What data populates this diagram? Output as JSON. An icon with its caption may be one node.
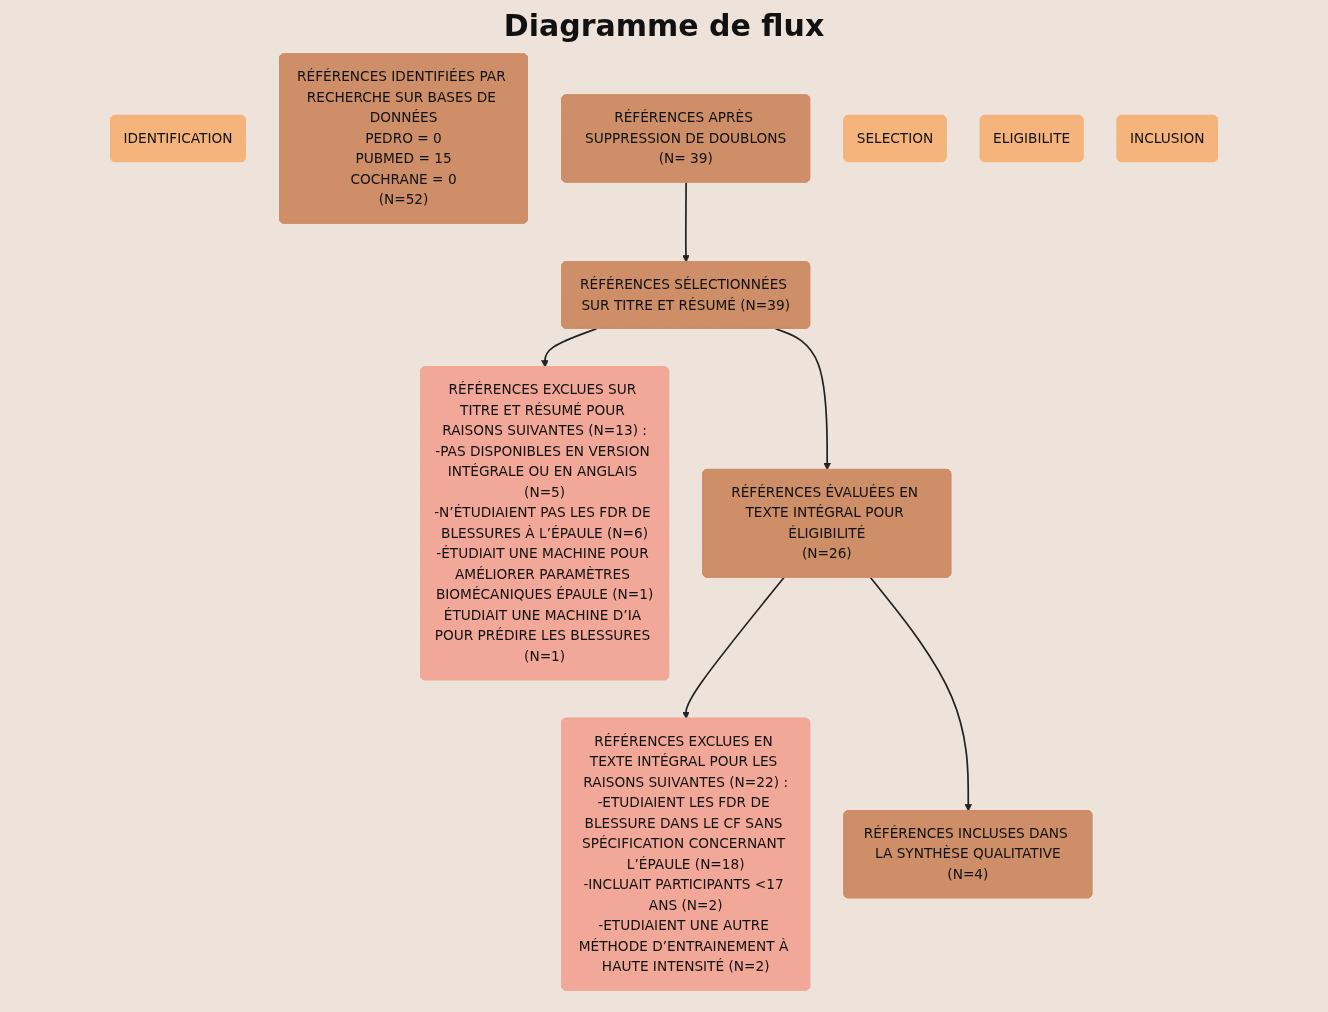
{
  "diagram": {
    "title": "Diagramme de flux",
    "nodes": [
      {
        "text": [
          "IDENTIFICATION"
        ]
      },
      {
        "text": [
          "RÉFÉRENCES IDENTIFIÉES PAR RECHERCHE SUR BASES DE DONNÉES",
          "PEDRO = 0",
          "PUBMED = 15",
          "COCHRANE = 0",
          "(N=52)"
        ]
      },
      {
        "text": [
          "RÉFÉRENCES EXCLUES SUR TITRE ET RÉSUMÉ POUR RAISONS SUIVANTES (N=13) :",
          "-PAS DISPONIBLES EN VERSION INTÉGRALE OU EN ANGLAIS (N=5)",
          "-N’ÉTUDIAIENT PAS LES FDR DE BLESSURES À L’ÉPAULE (N=6)",
          "-ÉTUDIAIT UNE MACHINE POUR AMÉLIORER PARAMÈTRES BIOMÉCANIQUES ÉPAULE (N=1)",
          "ÉTUDIAIT UNE MACHINE D’IA POUR PRÉDIRE LES BLESSURES (N=1)"
        ]
      },
      {
        "text": [
          "RÉFÉRENCES APRÈS SUPPRESSION DE DOUBLONS",
          "(N= 39)"
        ]
      },
      {
        "text": [
          "SELECTION"
        ]
      },
      {
        "text": [
          "RÉFÉRENCES SÉLECTIONNÉES SUR TITRE ET RÉSUMÉ (N=39)"
        ]
      },
      {
        "text": [
          "ELIGIBILITE"
        ]
      },
      {
        "text": [
          "RÉFÉRENCES ÉVALUÉES EN TEXTE INTÉGRAL POUR ÉLIGIBILITÉ",
          "(N=26)"
        ]
      },
      {
        "text": [
          "RÉFÉRENCES EXCLUES EN TEXTE INTÉGRAL POUR LES RAISONS SUIVANTES (N=22) :",
          "-ETUDIAIENT LES FDR DE BLESSURE DANS LE CF SANS SPÉCIFICATION CONCERNANT L’ÉPAULE (N=18)",
          "-INCLUAIT PARTICIPANTS <17 ANS (N=2)",
          "-ETUDIAIENT UNE AUTRE MÉTHODE D’ENTRAINEMENT À HAUTE INTENSITÉ (N=2)"
        ]
      },
      {
        "text": [
          "INCLUSION"
        ]
      },
      {
        "text": [
          "RÉFÉRENCES INCLUSES DANS LA SYNTHÈSE QUALITATIVE",
          "(N=4)"
        ]
      }
    ],
    "edges": [
      {
        "from": 3,
        "to": 5,
        "arrow": "to"
      },
      {
        "from": 5,
        "to": 2,
        "arrow": "to"
      },
      {
        "from": 5,
        "to": 7,
        "arrow": "to"
      },
      {
        "from": 7,
        "to": 8,
        "arrow": "to"
      },
      {
        "from": 7,
        "to": 10,
        "arrow": "to"
      }
    ]
  }
}
